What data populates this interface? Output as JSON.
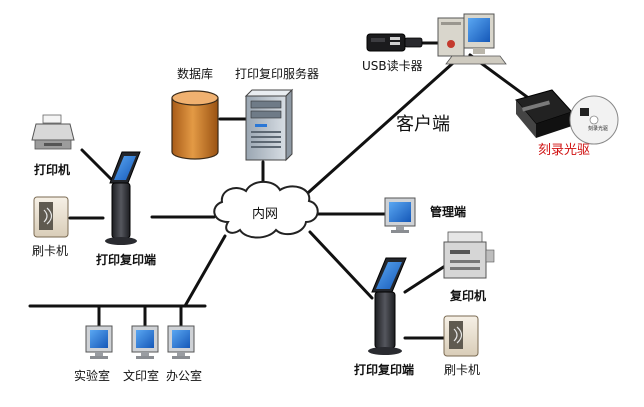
{
  "nodes": {
    "database": "数据库",
    "print_server": "打印复印服务器",
    "usb_reader": "USB读卡器",
    "client": "客户端",
    "burner": "刻录光驱",
    "printer": "打印机",
    "card_reader_left": "刷卡机",
    "kiosk_left": "打印复印端",
    "network": "内网",
    "admin": "管理端",
    "copier": "复印机",
    "kiosk_right": "打印复印端",
    "card_reader_right": "刷卡机",
    "lab": "实验室",
    "clerical_office": "文印室",
    "office": "办公室"
  },
  "disc_text": "刻录光驱",
  "colors": {
    "db_fill": "#c9782b",
    "kiosk_body": "#2f3137",
    "screen_blue": "#1e6fd8",
    "burner_label": "#d01010",
    "cloud_stroke": "#222222"
  }
}
